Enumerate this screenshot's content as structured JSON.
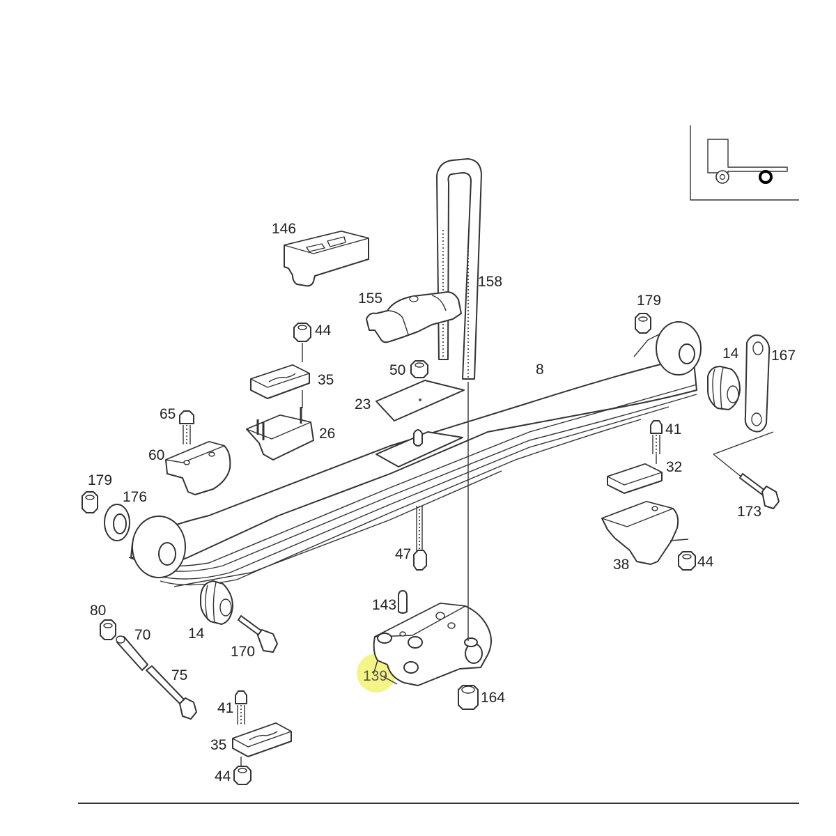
{
  "diagram": {
    "highlight_color": "#f4f47a",
    "highlighted_part": "139",
    "inset": {
      "icon": "truck-rear-axle-icon"
    },
    "parts": [
      {
        "key": "146",
        "label": "146"
      },
      {
        "key": "158",
        "label": "158"
      },
      {
        "key": "155",
        "label": "155"
      },
      {
        "key": "179_right",
        "label": "179"
      },
      {
        "key": "44_top",
        "label": "44"
      },
      {
        "key": "35_top",
        "label": "35"
      },
      {
        "key": "50",
        "label": "50"
      },
      {
        "key": "8",
        "label": "8"
      },
      {
        "key": "14_right",
        "label": "14"
      },
      {
        "key": "167",
        "label": "167"
      },
      {
        "key": "23",
        "label": "23"
      },
      {
        "key": "65",
        "label": "65"
      },
      {
        "key": "26",
        "label": "26"
      },
      {
        "key": "41_right",
        "label": "41"
      },
      {
        "key": "60",
        "label": "60"
      },
      {
        "key": "32",
        "label": "32"
      },
      {
        "key": "179_left",
        "label": "179"
      },
      {
        "key": "176",
        "label": "176"
      },
      {
        "key": "173",
        "label": "173"
      },
      {
        "key": "47",
        "label": "47"
      },
      {
        "key": "38",
        "label": "38"
      },
      {
        "key": "44_right",
        "label": "44"
      },
      {
        "key": "143",
        "label": "143"
      },
      {
        "key": "80",
        "label": "80"
      },
      {
        "key": "70",
        "label": "70"
      },
      {
        "key": "14_left",
        "label": "14"
      },
      {
        "key": "170",
        "label": "170"
      },
      {
        "key": "139",
        "label": "139"
      },
      {
        "key": "75",
        "label": "75"
      },
      {
        "key": "164",
        "label": "164"
      },
      {
        "key": "41_bottom",
        "label": "41"
      },
      {
        "key": "35_bottom",
        "label": "35"
      },
      {
        "key": "44_bottom",
        "label": "44"
      }
    ]
  }
}
